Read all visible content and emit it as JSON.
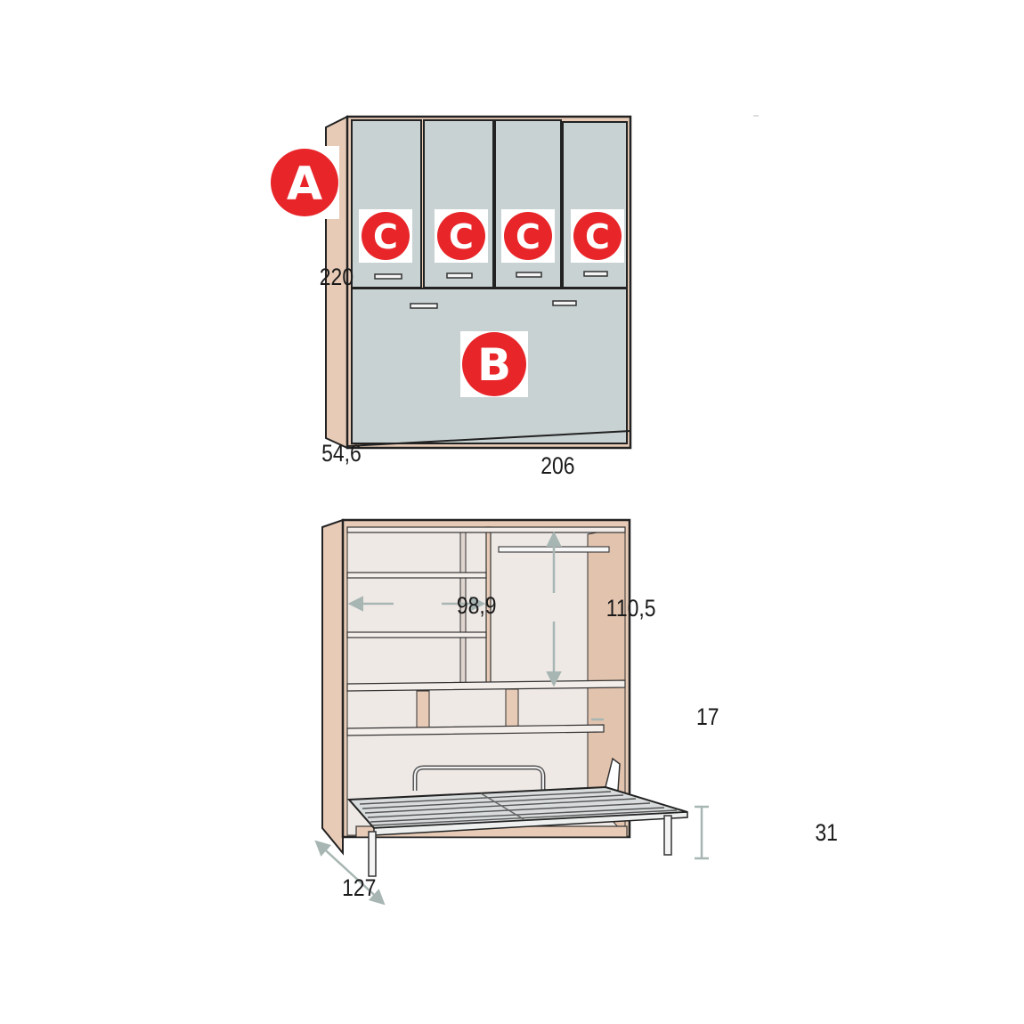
{
  "labels": {
    "a": "A",
    "b": "B",
    "c1": "C",
    "c2": "C",
    "c3": "C",
    "c4": "C"
  },
  "dimensions": {
    "height": "220",
    "depth_closed": "54,6",
    "width": "206",
    "shelf_width": "98,9",
    "hanging_height": "110,5",
    "shelf_depth": "17",
    "bed_height": "31",
    "depth_open": "127"
  },
  "colors": {
    "door": "#c9d2d3",
    "carcass": "#e8cbb6",
    "interior": "#efe9e6",
    "badge": "#e8262a",
    "arrow": "#a7b6b3"
  }
}
